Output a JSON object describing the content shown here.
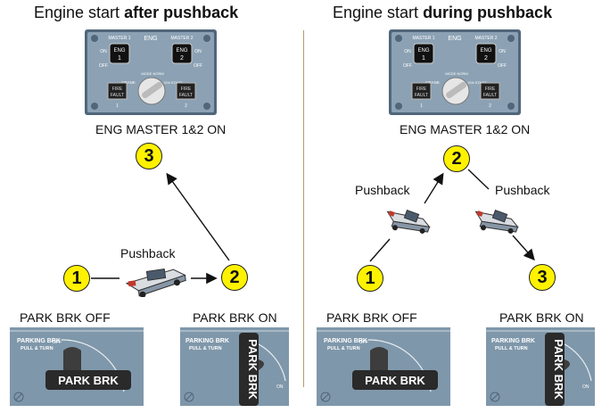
{
  "left": {
    "title_prefix": "Engine start ",
    "title_bold": "after pushback",
    "eng_label": "ENG MASTER 1&2  ON",
    "pushback_label": "Pushback",
    "park_off_label": "PARK BRK OFF",
    "park_on_label": "PARK BRK ON",
    "steps": [
      "3",
      "1",
      "2"
    ]
  },
  "right": {
    "title_prefix": "Engine start ",
    "title_bold": "during pushback",
    "eng_label": "ENG MASTER 1&2  ON",
    "pushback_label_1": "Pushback",
    "pushback_label_2": "Pushback",
    "park_off_label": "PARK BRK OFF",
    "park_on_label": "PARK BRK ON",
    "steps": [
      "2",
      "1",
      "3"
    ]
  },
  "eng_panel": {
    "master1": "MASTER 1",
    "eng": "ENG",
    "master2": "MASTER 2",
    "on": "ON",
    "off": "OFF",
    "eng1": "ENG",
    "eng1_num": "1",
    "eng2": "ENG",
    "eng2_num": "2",
    "mode_norm": "MODE NORM",
    "crank": "CRANK",
    "ign_start": "IGN START",
    "fire": "FIRE",
    "fault": "FAULT",
    "num1": "1",
    "num2": "2"
  },
  "park_panel": {
    "line1": "PARKING BRK",
    "line2": "PULL & TURN",
    "off": "OFF",
    "on": "ON",
    "handle": "PARK BRK"
  },
  "colors": {
    "step_fill": "#fff200",
    "panel": "#7f97aa",
    "panel_dark": "#50667a",
    "divider": "#b89a6a"
  }
}
